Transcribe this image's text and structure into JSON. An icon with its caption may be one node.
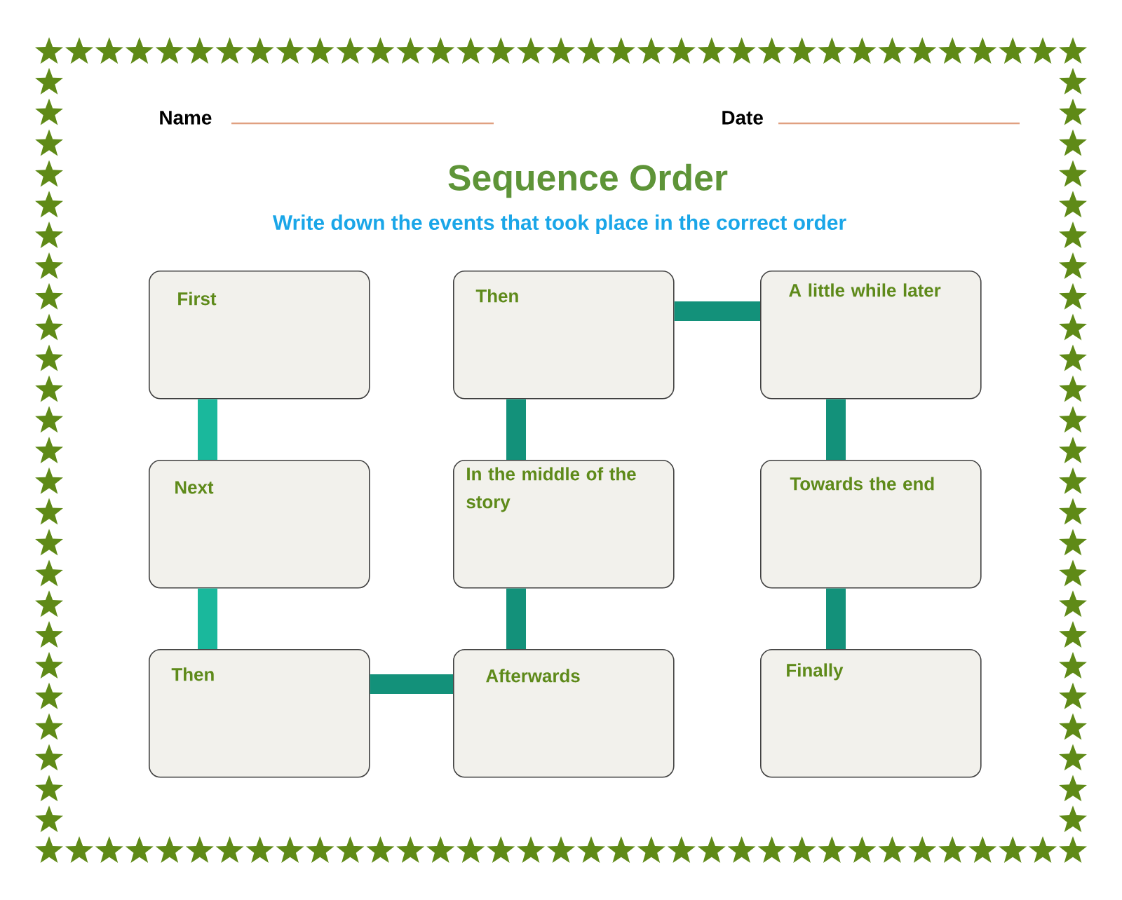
{
  "diagram": {
    "title": "Sequence Order",
    "nodes": [
      {
        "text": [
          "First"
        ]
      },
      {
        "text": [
          "Then"
        ]
      },
      {
        "text": [
          "A little while later"
        ]
      },
      {
        "text": [
          "Next"
        ]
      },
      {
        "text": [
          "In the middle of the story"
        ]
      },
      {
        "text": [
          "Towards the end"
        ]
      },
      {
        "text": [
          "Then"
        ]
      },
      {
        "text": [
          "Afterwards"
        ]
      },
      {
        "text": [
          "Finally"
        ]
      }
    ],
    "edges": [
      {
        "from": 0,
        "to": 3,
        "arrow": "none",
        "color": "#1ab89c"
      },
      {
        "from": 3,
        "to": 6,
        "arrow": "none",
        "color": "#1ab89c"
      },
      {
        "from": 6,
        "to": 7,
        "arrow": "none"
      },
      {
        "from": 7,
        "to": 4,
        "arrow": "none"
      },
      {
        "from": 4,
        "to": 1,
        "arrow": "none"
      },
      {
        "from": 1,
        "to": 2,
        "arrow": "none"
      },
      {
        "from": 2,
        "to": 5,
        "arrow": "none"
      },
      {
        "from": 5,
        "to": 8,
        "arrow": "none"
      }
    ],
    "labels": [
      "Name",
      "Date",
      "Write down the events that took place in the correct order"
    ]
  }
}
